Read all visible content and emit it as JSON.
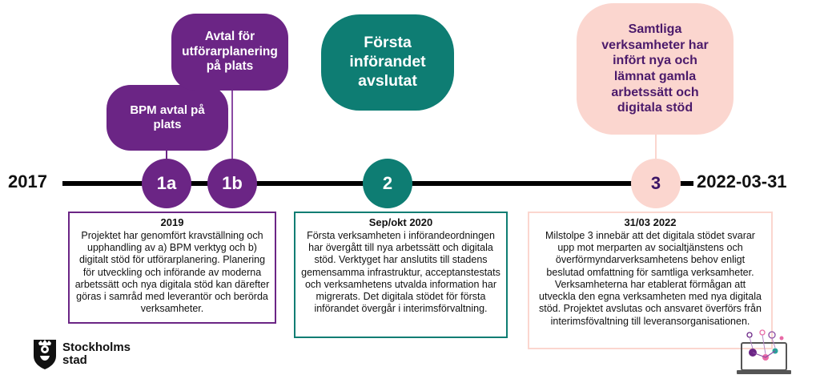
{
  "timeline": {
    "start_label": "2017",
    "end_label": "2022-03-31"
  },
  "colors": {
    "purple": "#6b2585",
    "teal": "#0e7d73",
    "pink": "#fbd6cf"
  },
  "milestones": [
    {
      "id": "1a",
      "circle_label": "1a",
      "bubble_text": "BPM avtal på plats"
    },
    {
      "id": "1b",
      "circle_label": "1b",
      "bubble_text": "Avtal för utförarplanering på plats"
    },
    {
      "id": "2",
      "circle_label": "2",
      "bubble_text": "Första införandet avslutat",
      "box_title": "Sep/okt 2020",
      "box_text": "Första verksamheten i införandeordningen har övergått till nya arbetssätt och digitala stöd. Verktyget har anslutits till stadens gemensamma infrastruktur, acceptanstestats och verksamhetens utvalda information har migrerats. Det digitala stödet för första införandet övergår i interimsförvaltning."
    },
    {
      "id": "3",
      "circle_label": "3",
      "bubble_text": "Samtliga verksamheter har infört nya och lämnat gamla arbetssätt och digitala stöd",
      "box_title": "31/03 2022",
      "box_text": "Milstolpe 3 innebär att det digitala stödet svarar upp mot merparten av socialtjänstens och överförmyndarverksamhetens behov enligt beslutad omfattning för samtliga verksamheter. Verksamheterna har etablerat förmågan att utveckla den egna verksamheten med nya digitala stöd. Projektet avslutas och ansvaret överförs från interimsfövaltning till leveransorganisationen."
    }
  ],
  "box_2019": {
    "title": "2019",
    "text": "Projektet har genomfört kravställning och upphandling av a) BPM verktyg och b) digitalt stöd för utförarplanering. Planering för utveckling och införande av moderna arbetssätt och nya digitala stöd kan därefter göras i samråd med leverantör och berörda verksamheter."
  },
  "logo": {
    "line1": "Stockholms",
    "line2": "stad"
  }
}
